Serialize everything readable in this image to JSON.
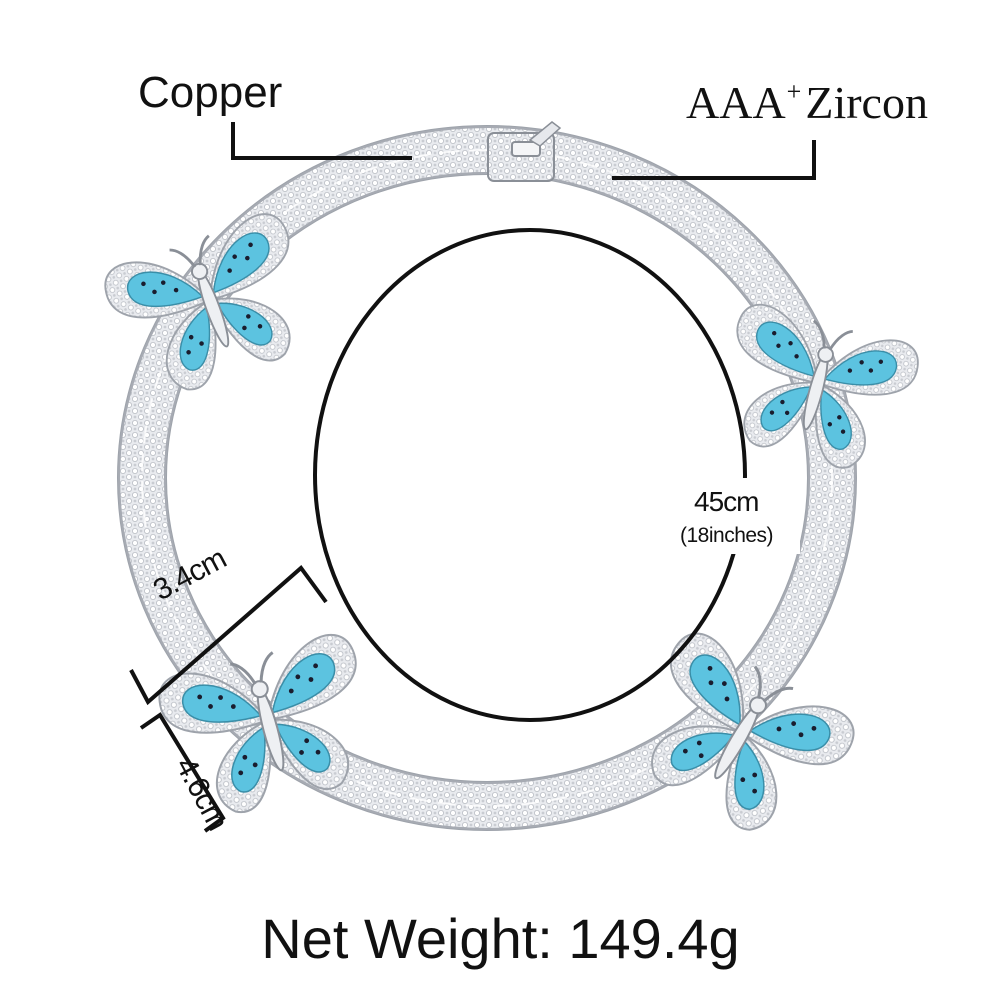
{
  "labels": {
    "material_left": "Copper",
    "material_right_main": "AAA",
    "material_right_sup": "+",
    "material_right_tail": "Zircon",
    "length_cm": "45cm",
    "length_in": "(18inches)",
    "pendant_width": "3.4cm",
    "pendant_height": "4.6cm",
    "net_weight": "Net Weight: 149.4g"
  },
  "colors": {
    "chain": "#d9dbe0",
    "chain_shadow": "#9ea3ab",
    "enamel": "#5cc3e0",
    "ink": "#111111"
  }
}
